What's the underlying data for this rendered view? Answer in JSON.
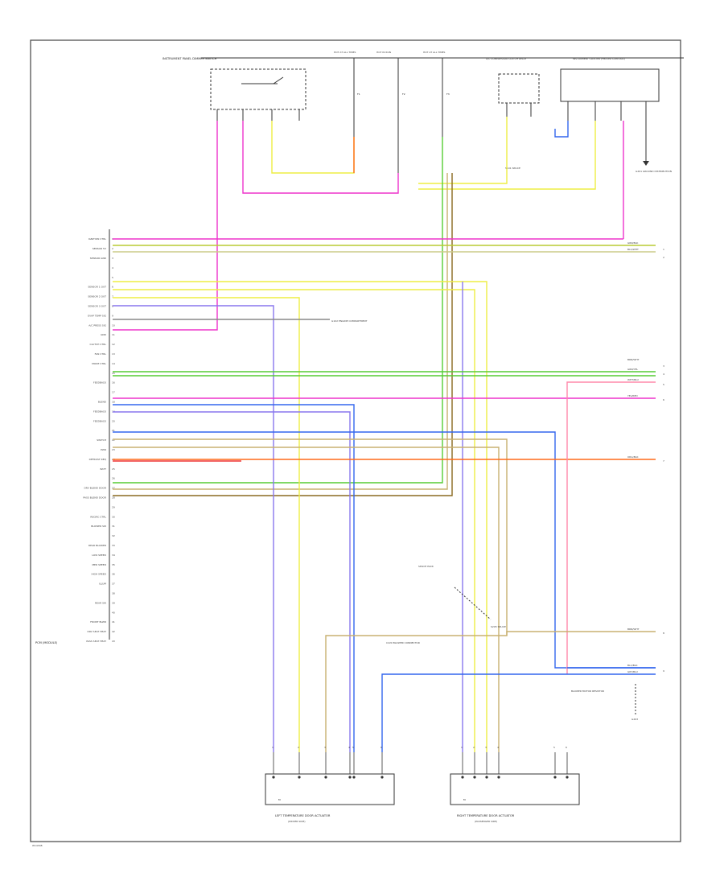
{
  "figure_code": "W14348",
  "module_label": "PCM (MODULE)",
  "top_components": {
    "lamp_switch": "INSTRUMENT PANEL DIMMER SWITCH",
    "fuses": [
      "F1",
      "F2",
      "F3"
    ],
    "fuse_sources": [
      "HOT AT ALL TIMES",
      "HOT IN RUN",
      "HOT AT ALL TIMES"
    ],
    "relay_box": "A/C COMPRESSOR CLUTCH RELAY",
    "controller_box": "INSTRUMENT CLUSTER (HEATER CONTROL)",
    "ground_note": "G201 GROUND DISTRIBUTION",
    "splice_note": "S101 SPLICE"
  },
  "module_pins": [
    "IGNITION CTRL",
    "SENSOR 5V",
    "SENSOR GND",
    "",
    "",
    "SENSOR 1 OUT",
    "SENSOR 2 OUT",
    "SENSOR 3 OUT",
    "EVAP TEMP SIG",
    "A/C PRESS SIG",
    "GND",
    "CLUTCH CTRL",
    "FAN CTRL",
    "MODE CTRL",
    "",
    "FEEDBACK",
    "",
    "BLEND",
    "FEEDBACK",
    "FEEDBACK",
    "",
    "SWITCH",
    "PWR",
    "DEFROST REQ",
    "BATT",
    "",
    "DRV BLEND DOOR",
    "PASS BLEND DOOR",
    "",
    "RECIRC CTRL",
    "BLOWER SW",
    "",
    "REAR BLOWER",
    "LOW SPEED",
    "MED SPEED",
    "HIGH SPEED",
    "ILLUM",
    "",
    "REAR SW",
    "",
    "FRONT BLWR",
    "DRV SEAT HEAT",
    "PASS SEAT HEAT"
  ],
  "right_labels": [
    "GRN/BLK",
    "BLU/WHT",
    "BRN/WHT",
    "GRN/YEL",
    "WHT/BLU",
    "YEL/RED",
    "ORG/BLK",
    "BRN/WHT",
    "BLU/BLK",
    "GRY/BLU"
  ],
  "right_numbers": [
    "1",
    "2",
    "3",
    "4",
    "5",
    "6",
    "7",
    "8",
    "9"
  ],
  "annotations": {
    "mid_ground": "G102 ENGINE COMPARTMENT",
    "right_node": "S205 SPLICE",
    "right_note": "BLOWER MOTOR RESISTOR",
    "blower_connector": "C220 BLOWER CONNECTOR",
    "mid_note": "SPLICE PACK",
    "right_gnd": "G203"
  },
  "bottom_components": [
    {
      "name": "LEFT TEMPERATURE DOOR ACTUATOR",
      "sub": "(DRIVER SIDE)",
      "pins": [
        "1",
        "2",
        "3",
        "4",
        "5",
        "6"
      ],
      "footer": "M"
    },
    {
      "name": "RIGHT TEMPERATURE DOOR ACTUATOR",
      "sub": "(PASSENGER SIDE)",
      "pins": [
        "1",
        "2",
        "3",
        "4",
        "5",
        "6"
      ],
      "footer": "M"
    }
  ],
  "chart_data": {
    "type": "wiring_diagram",
    "wire_colors": {
      "magenta": "#ee33cc",
      "green": "#55cc33",
      "yellow_green": "#b8cc33",
      "yellow": "#eeee44",
      "orange": "#ff6a1a",
      "blue": "#3366ee",
      "violet": "#8877ee",
      "gray": "#888888",
      "tan": "#c8b070",
      "brown": "#8a6a20",
      "red": "#ee3333",
      "pink": "#ff88aa"
    }
  }
}
